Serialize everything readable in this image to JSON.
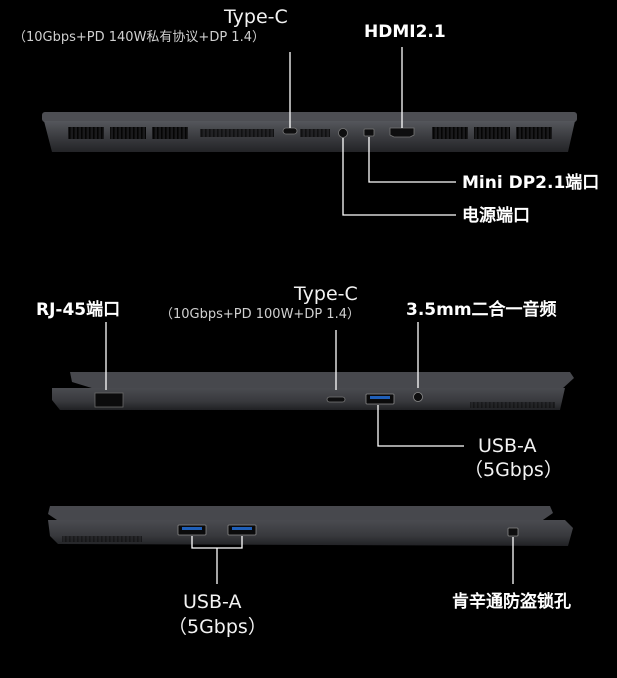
{
  "colors": {
    "background": "#000000",
    "chassis": "#3a3b3f",
    "chassis_dark": "#26272a",
    "leader_line": "#ffffff",
    "text": "#ffffff"
  },
  "rear_view": {
    "typec_title": "Type-C",
    "typec_spec": "（10Gbps+PD 140W私有协议+DP 1.4）",
    "hdmi": "HDMI2.1",
    "mini_dp": "Mini DP2.1端口",
    "power": "电源端口"
  },
  "left_view": {
    "rj45": "RJ-45端口",
    "typec_title": "Type-C",
    "typec_spec": "（10Gbps+PD 100W+DP 1.4）",
    "audio": "3.5mm二合一音频",
    "usba_title": "USB-A",
    "usba_speed": "（5Gbps）"
  },
  "right_view": {
    "usba_title": "USB-A",
    "usba_speed": "（5Gbps）",
    "lock": "肯辛通防盗锁孔"
  }
}
